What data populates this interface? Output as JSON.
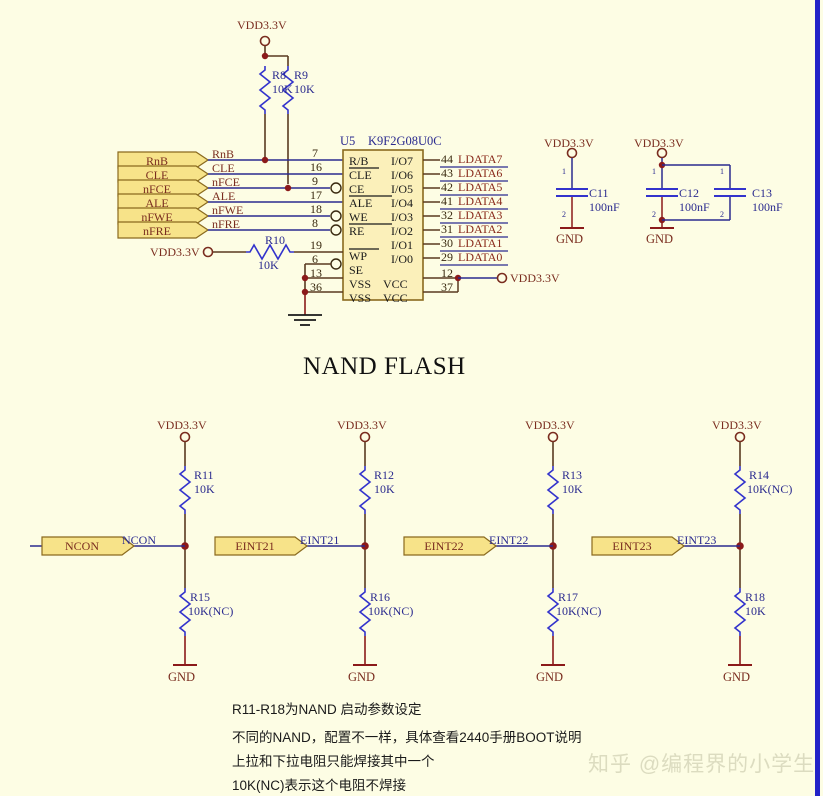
{
  "page": {
    "title": "NAND FLASH schematic",
    "background_color": "#fdfde4",
    "border_color": "#2323c8"
  },
  "section_title": "NAND FLASH",
  "ic": {
    "refdes": "U5",
    "part_number": "K9F2G08U0C",
    "left_pins": [
      {
        "pin": "7",
        "name": "R/B",
        "overbar": false,
        "bubble": false
      },
      {
        "pin": "16",
        "name": "CLE",
        "overbar": true,
        "bubble": false
      },
      {
        "pin": "9",
        "name": "CE",
        "overbar": false,
        "bubble": true
      },
      {
        "pin": "17",
        "name": "ALE",
        "overbar": true,
        "bubble": false
      },
      {
        "pin": "18",
        "name": "WE",
        "overbar": false,
        "bubble": true
      },
      {
        "pin": "8",
        "name": "RE",
        "overbar": true,
        "bubble": true
      },
      {
        "pin": "19",
        "name": "WP",
        "overbar": true,
        "bubble": false
      },
      {
        "pin": "6",
        "name": "SE",
        "overbar": false,
        "bubble": true
      },
      {
        "pin": "13",
        "name": "VSS",
        "overbar": false,
        "bubble": false
      },
      {
        "pin": "36",
        "name": "VSS",
        "overbar": false,
        "bubble": false
      }
    ],
    "right_pins": [
      {
        "pin": "44",
        "name": "I/O7",
        "net": "LDATA7"
      },
      {
        "pin": "43",
        "name": "I/O6",
        "net": "LDATA6"
      },
      {
        "pin": "42",
        "name": "I/O5",
        "net": "LDATA5"
      },
      {
        "pin": "41",
        "name": "I/O4",
        "net": "LDATA4"
      },
      {
        "pin": "32",
        "name": "I/O3",
        "net": "LDATA3"
      },
      {
        "pin": "31",
        "name": "I/O2",
        "net": "LDATA2"
      },
      {
        "pin": "30",
        "name": "I/O1",
        "net": "LDATA1"
      },
      {
        "pin": "29",
        "name": "I/O0",
        "net": "LDATA0"
      }
    ],
    "power_pins": [
      {
        "pin": "12",
        "name": "VCC"
      },
      {
        "pin": "37",
        "name": "VCC"
      }
    ],
    "power_net": "VDD3.3V"
  },
  "port_labels": [
    {
      "text": "RnB"
    },
    {
      "text": "CLE"
    },
    {
      "text": "nFCE"
    },
    {
      "text": "ALE"
    },
    {
      "text": "nFWE"
    },
    {
      "text": "nFRE"
    }
  ],
  "net_labels_top": [
    "RnB",
    "CLE",
    "nFCE",
    "ALE",
    "nFWE",
    "nFRE"
  ],
  "pullups_top": [
    {
      "refdes": "R8",
      "value": "10K"
    },
    {
      "refdes": "R9",
      "value": "10K"
    }
  ],
  "r10": {
    "refdes": "R10",
    "value": "10K",
    "source": "VDD3.3V"
  },
  "top_supply": "VDD3.3V",
  "capacitors": [
    {
      "refdes": "C11",
      "value": "100nF",
      "supply": "VDD3.3V",
      "gnd": "GND",
      "p1": "1",
      "p2": "2"
    },
    {
      "refdes": "C12",
      "value": "100nF",
      "supply": "VDD3.3V",
      "gnd": "GND",
      "p1": "1",
      "p2": "2"
    },
    {
      "refdes": "C13",
      "value": "100nF",
      "supply": "",
      "gnd": "",
      "p1": "1",
      "p2": "2"
    }
  ],
  "boot_columns": [
    {
      "supply": "VDD3.3V",
      "gnd": "GND",
      "port_label": "NCON",
      "net_label": "NCON",
      "has_port_box": true,
      "pullup": {
        "refdes": "R11",
        "value": "10K"
      },
      "pulldown": {
        "refdes": "R15",
        "value": "10K(NC)"
      }
    },
    {
      "supply": "VDD3.3V",
      "gnd": "GND",
      "port_label": "EINT21",
      "net_label": "EINT21",
      "has_port_box": true,
      "pullup": {
        "refdes": "R12",
        "value": "10K"
      },
      "pulldown": {
        "refdes": "R16",
        "value": "10K(NC)"
      }
    },
    {
      "supply": "VDD3.3V",
      "gnd": "GND",
      "port_label": "EINT22",
      "net_label": "EINT22",
      "has_port_box": true,
      "pullup": {
        "refdes": "R13",
        "value": "10K"
      },
      "pulldown": {
        "refdes": "R17",
        "value": "10K(NC)"
      }
    },
    {
      "supply": "VDD3.3V",
      "gnd": "GND",
      "port_label": "EINT23",
      "net_label": "EINT23",
      "has_port_box": true,
      "pullup": {
        "refdes": "R14",
        "value": "10K(NC)"
      },
      "pulldown": {
        "refdes": "R18",
        "value": "10K"
      }
    }
  ],
  "notes": [
    "R11-R18为NAND 启动参数设定",
    "不同的NAND，配置不一样，具体查看2440手册BOOT说明",
    "上拉和下拉电阻只能焊接其中一个",
    "10K(NC)表示这个电阻不焊接"
  ],
  "watermark": "知乎 @编程界的小学生"
}
